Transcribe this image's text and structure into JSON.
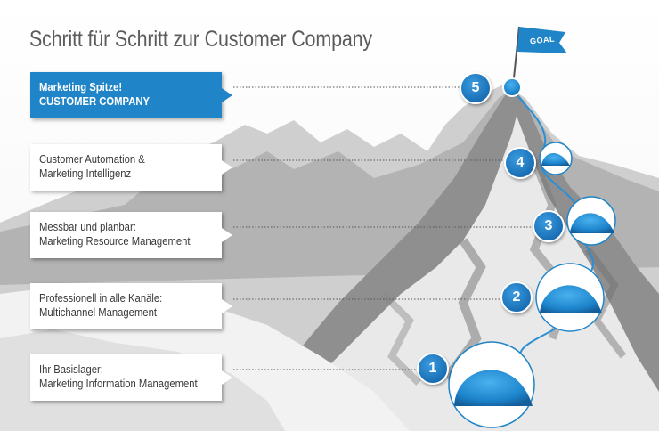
{
  "title": "Schritt für Schritt zur Customer Company",
  "goal_flag": "GOAL",
  "colors": {
    "accent_blue": "#1f84c8",
    "text_dark": "#3a3a3a",
    "title_grey": "#5b5b5b"
  },
  "steps": [
    {
      "number": "5",
      "line1": "Marketing Spitze!",
      "line2": "CUSTOMER COMPANY",
      "highlight": true
    },
    {
      "number": "4",
      "line1": "Customer Automation &",
      "line2": "Marketing Intelligenz",
      "highlight": false
    },
    {
      "number": "3",
      "line1": "Messbar und planbar:",
      "line2": "Marketing Resource Management",
      "highlight": false
    },
    {
      "number": "2",
      "line1": "Professionell in alle Kanäle:",
      "line2": "Multichannel Management",
      "highlight": false
    },
    {
      "number": "1",
      "line1": "Ihr Basislager:",
      "line2": "Marketing Information Management",
      "highlight": false
    }
  ]
}
